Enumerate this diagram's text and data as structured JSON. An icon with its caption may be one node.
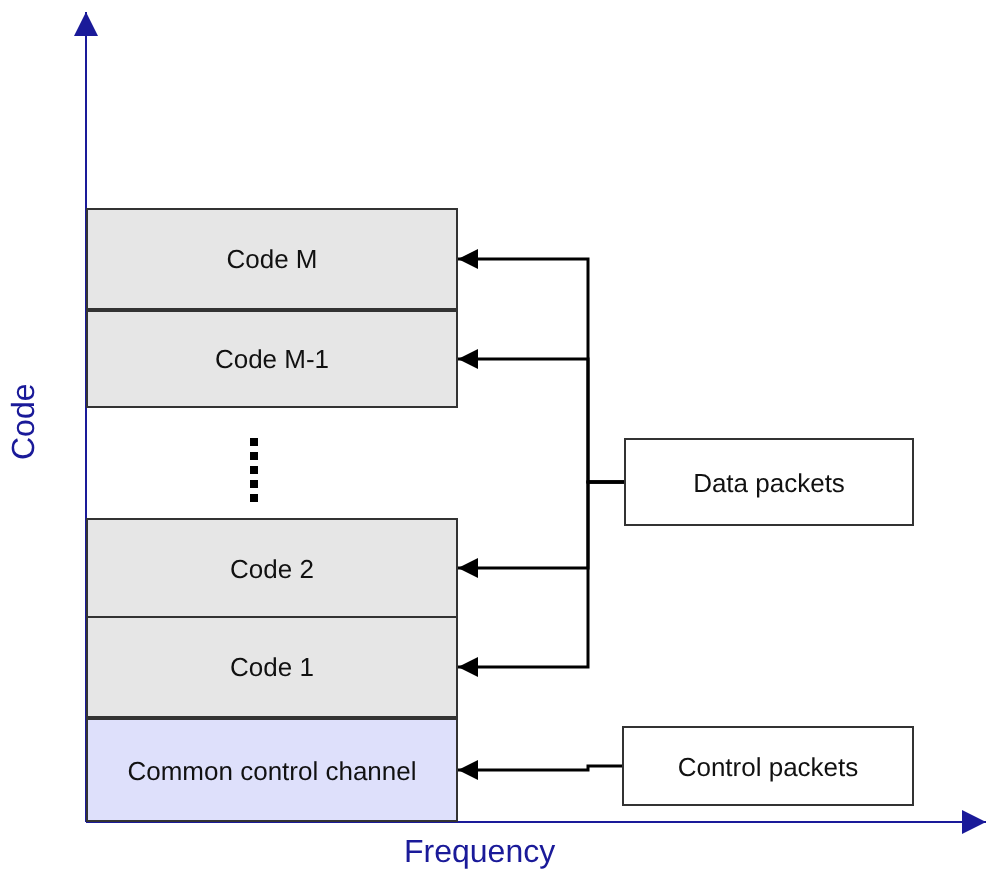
{
  "diagram": {
    "nodes": [
      {
        "text": [
          "Code M"
        ]
      },
      {
        "text": [
          "Code M-1"
        ]
      },
      {
        "text": [
          "Code 2"
        ]
      },
      {
        "text": [
          "Code 1"
        ]
      },
      {
        "text": [
          "Common control channel"
        ]
      },
      {
        "text": [
          "Data packets"
        ]
      },
      {
        "text": [
          "Control packets"
        ]
      }
    ],
    "edges": [
      {
        "from": 5,
        "to": 0,
        "arrow": "to"
      },
      {
        "from": 5,
        "to": 1,
        "arrow": "to"
      },
      {
        "from": 5,
        "to": 2,
        "arrow": "to"
      },
      {
        "from": 5,
        "to": 3,
        "arrow": "to"
      },
      {
        "from": 6,
        "to": 4,
        "arrow": "to"
      }
    ],
    "labels": [
      "Code",
      "Frequency"
    ]
  }
}
